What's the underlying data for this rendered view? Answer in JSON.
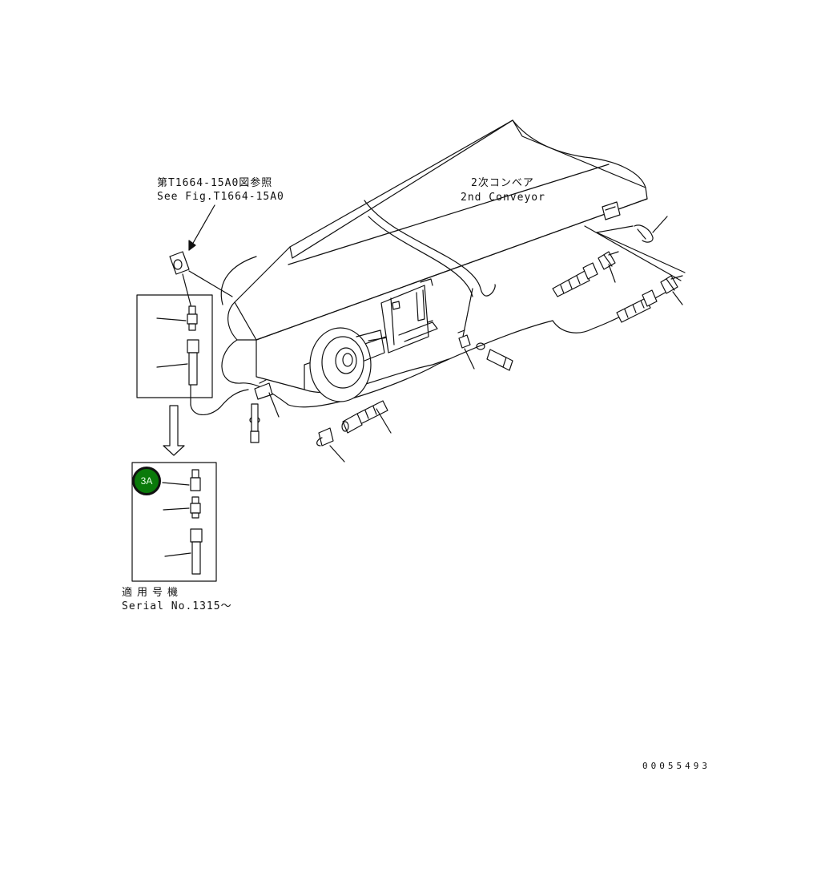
{
  "reference": {
    "jp": "第T1664-15A0図参照",
    "en": "See Fig.T1664-15A0"
  },
  "conveyor": {
    "jp": "2次コンベア",
    "en": "2nd Conveyor"
  },
  "callout": {
    "label": "3A",
    "color": "#0a7a0a"
  },
  "serial": {
    "jp": "適用号機",
    "en": "Serial No.1315～"
  },
  "drawing_number": "00055493"
}
